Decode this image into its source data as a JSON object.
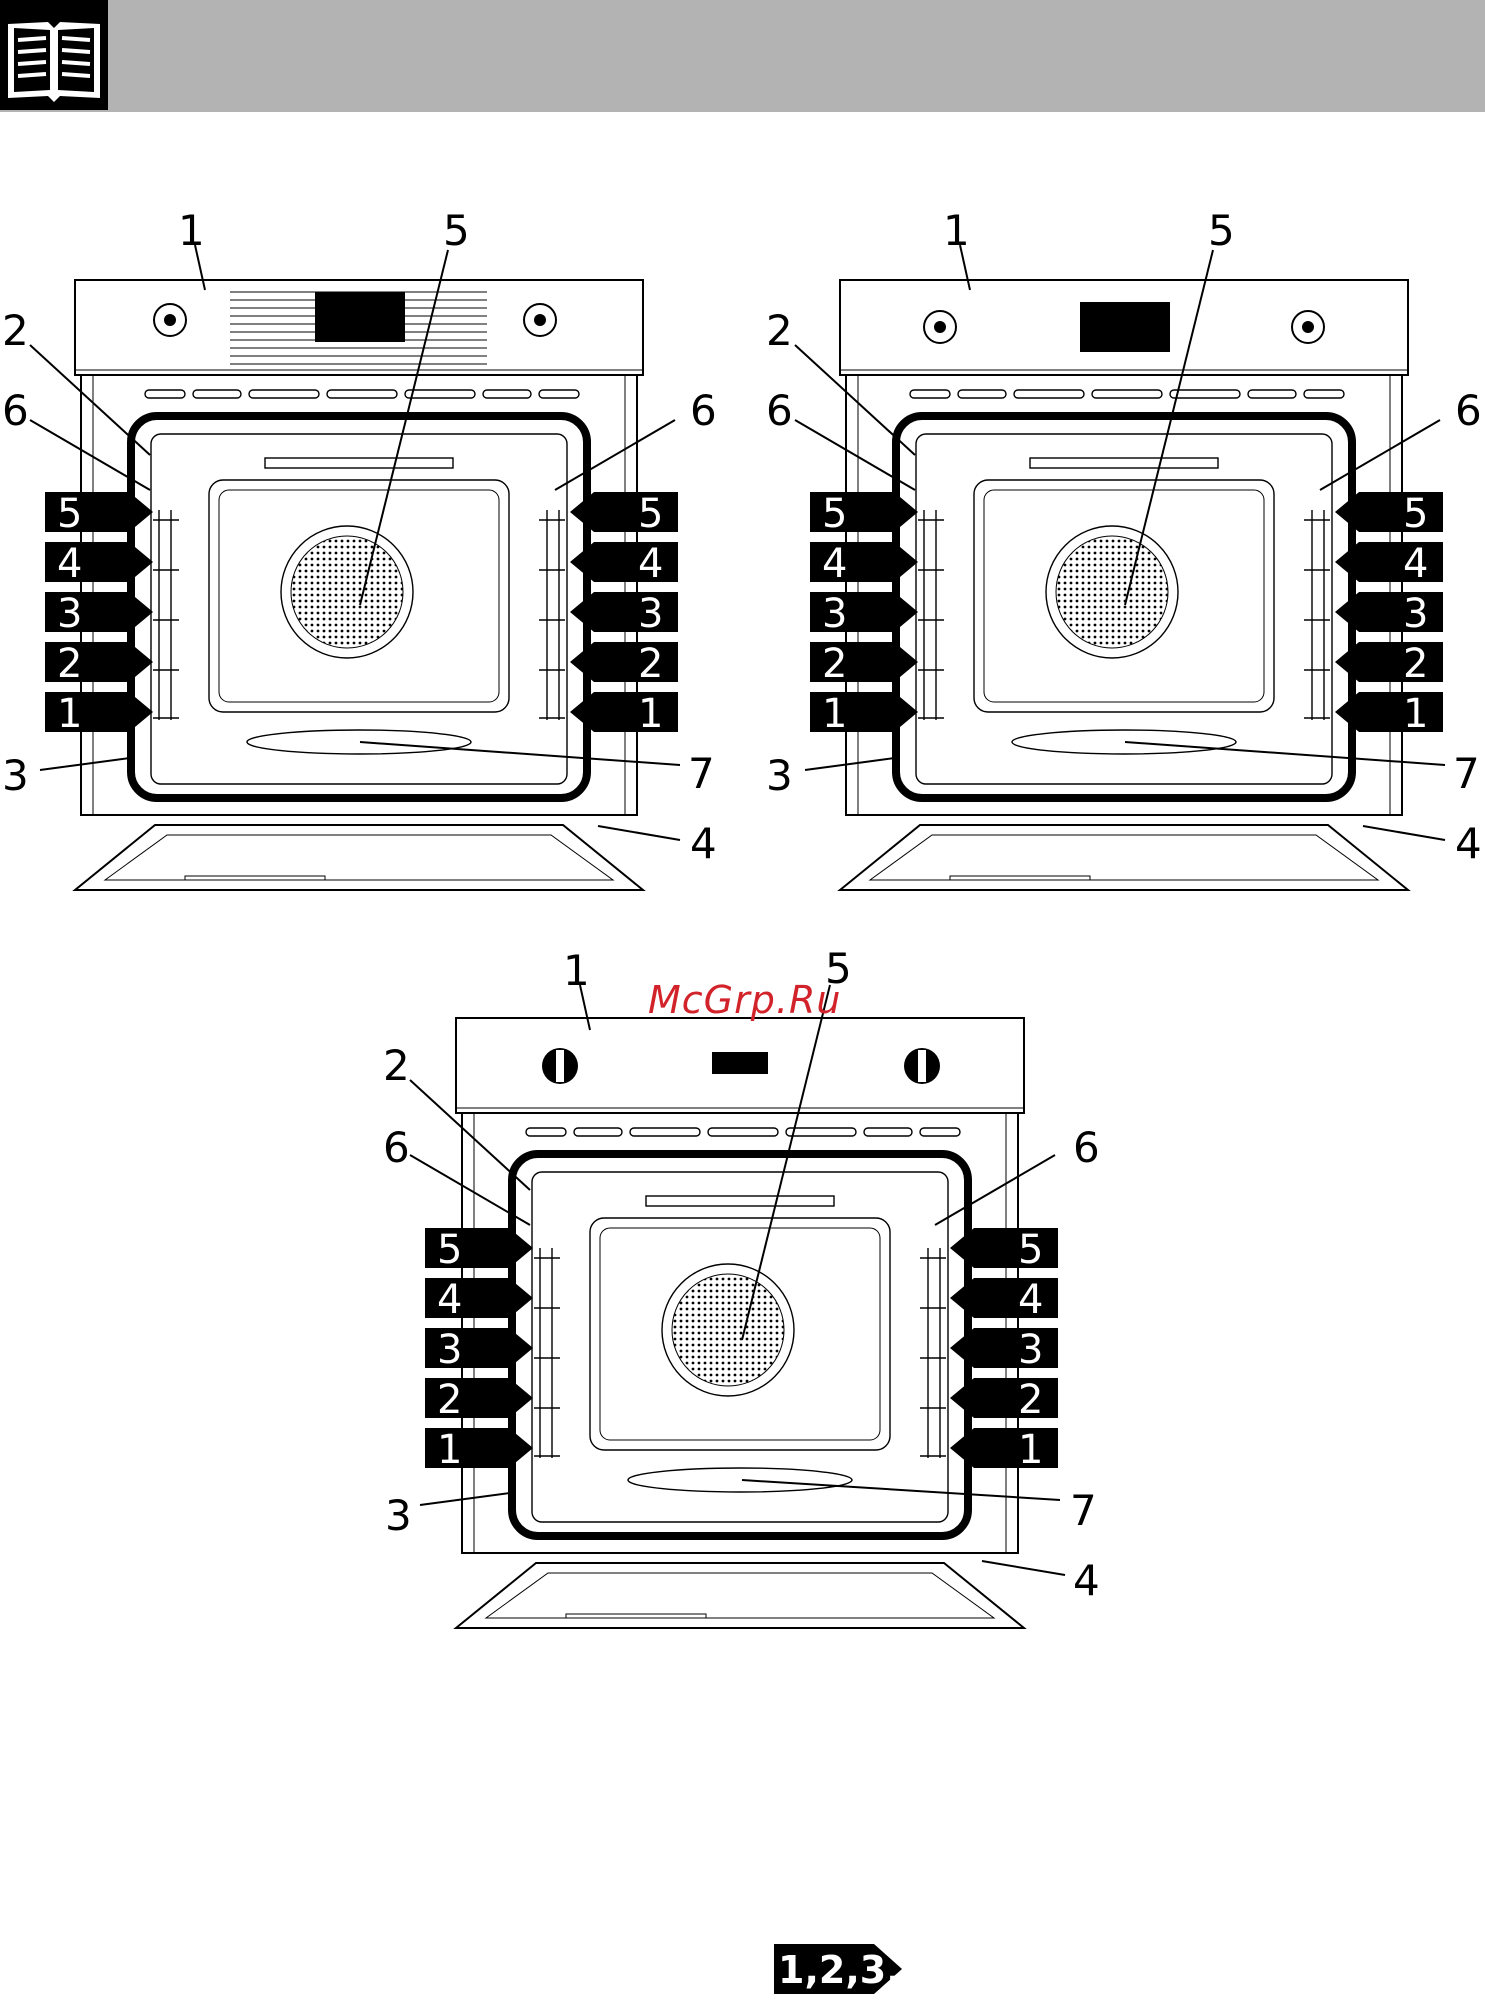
{
  "header": {
    "icon": "book-icon",
    "colors": {
      "bar": "#b3b3b3",
      "icon_box": "#000000"
    }
  },
  "callouts": {
    "control_panel": "1",
    "lamp": "2",
    "seal": "3",
    "door": "4",
    "fan": "5",
    "runners": "6",
    "bottom_element": "7"
  },
  "shelf_levels": [
    "5",
    "4",
    "3",
    "2",
    "1"
  ],
  "watermark": "McGrp.Ru",
  "page_tab": "1,2,3...",
  "colors": {
    "watermark": "#d2232a"
  }
}
